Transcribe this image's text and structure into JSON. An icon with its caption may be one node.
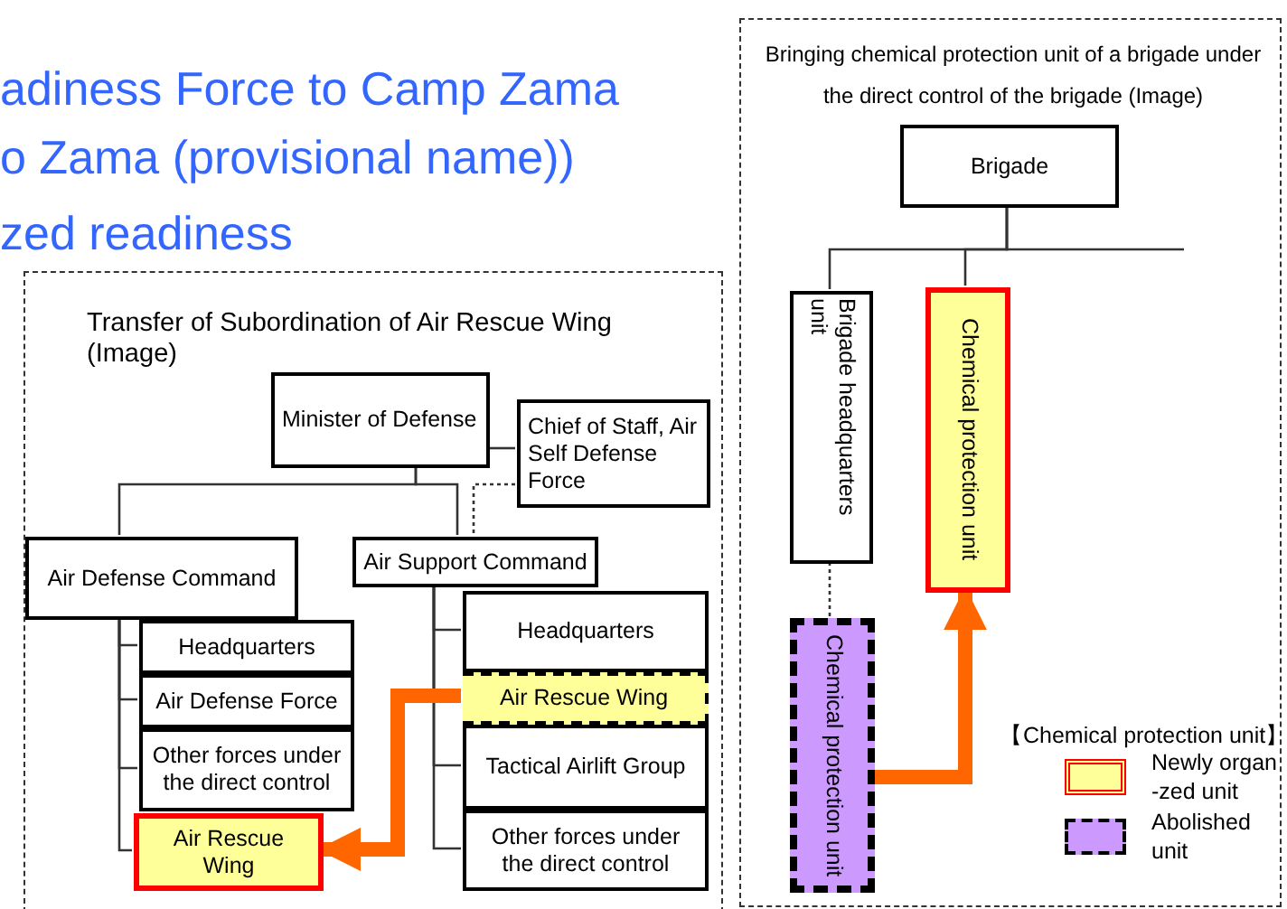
{
  "diagram": {
    "nodes": [
      {
        "text": [
          "Transfer of  Subordination of Air Rescue Wing (Image)"
        ]
      },
      {
        "text": [
          "Minister of Defense"
        ],
        "in": 0
      },
      {
        "text": [
          "Chief of Staff, Air Self Defense Force"
        ],
        "in": 0
      },
      {
        "text": [
          "Air Defense Command"
        ],
        "in": 0
      },
      {
        "text": [
          "Air Support Command"
        ],
        "in": 0
      },
      {
        "text": [
          "Headquarters"
        ],
        "in": 0
      },
      {
        "text": [
          "Air Defense Force"
        ],
        "in": 0
      },
      {
        "text": [
          "Other forces under the direct control"
        ],
        "in": 0
      },
      {
        "text": [
          "Air Rescue Wing"
        ],
        "in": 0
      },
      {
        "text": [
          "Headquarters"
        ],
        "in": 0
      },
      {
        "text": [
          "Air Rescue Wing"
        ],
        "in": 0
      },
      {
        "text": [
          "Tactical Airlift Group"
        ],
        "in": 0
      },
      {
        "text": [
          "Other forces under the direct control"
        ],
        "in": 0
      },
      {
        "text": [
          "Bringing chemical protection unit of a brigade under the direct control of the brigade (Image)"
        ]
      },
      {
        "text": [
          "Brigade"
        ],
        "in": 13
      },
      {
        "text": [
          "Brigade headquarters unit"
        ],
        "in": 13
      },
      {
        "text": [
          "Chemical protection unit"
        ],
        "in": 13
      },
      {
        "text": [
          "Chemical protection unit"
        ],
        "in": 13
      }
    ],
    "edges": [
      {
        "from": 1,
        "to": 3,
        "arrow": "none"
      },
      {
        "from": 1,
        "to": 4,
        "arrow": "none"
      },
      {
        "from": 1,
        "to": 2,
        "arrow": "none"
      },
      {
        "from": 2,
        "to": 4,
        "arrow": "none",
        "style": "dashed"
      },
      {
        "from": 3,
        "to": 5,
        "arrow": "none"
      },
      {
        "from": 3,
        "to": 6,
        "arrow": "none"
      },
      {
        "from": 3,
        "to": 7,
        "arrow": "none"
      },
      {
        "from": 3,
        "to": 8,
        "arrow": "none"
      },
      {
        "from": 4,
        "to": 9,
        "arrow": "none"
      },
      {
        "from": 4,
        "to": 10,
        "arrow": "none"
      },
      {
        "from": 4,
        "to": 11,
        "arrow": "none"
      },
      {
        "from": 4,
        "to": 12,
        "arrow": "none"
      },
      {
        "from": 10,
        "to": 8,
        "arrow": "to",
        "style": "thick",
        "color": "#ff6600"
      },
      {
        "from": 14,
        "to": 15,
        "arrow": "none"
      },
      {
        "from": 14,
        "to": 16,
        "arrow": "none"
      },
      {
        "from": 14,
        "to": null,
        "arrow": "none"
      },
      {
        "from": 15,
        "to": 17,
        "arrow": "none",
        "style": "dashed"
      },
      {
        "from": 17,
        "to": 16,
        "arrow": "to",
        "style": "thick",
        "color": "#ff6600"
      }
    ],
    "labels": [
      "adiness Force to Camp Zama",
      "o Zama (provisional name))",
      "zed readiness",
      "【Chemical protection unit】"
    ],
    "legend": [
      {
        "text": "Newly organ -zed unit",
        "color": "#ffff99"
      },
      {
        "text": "Abolished unit",
        "color": "#cc99ff"
      }
    ]
  }
}
